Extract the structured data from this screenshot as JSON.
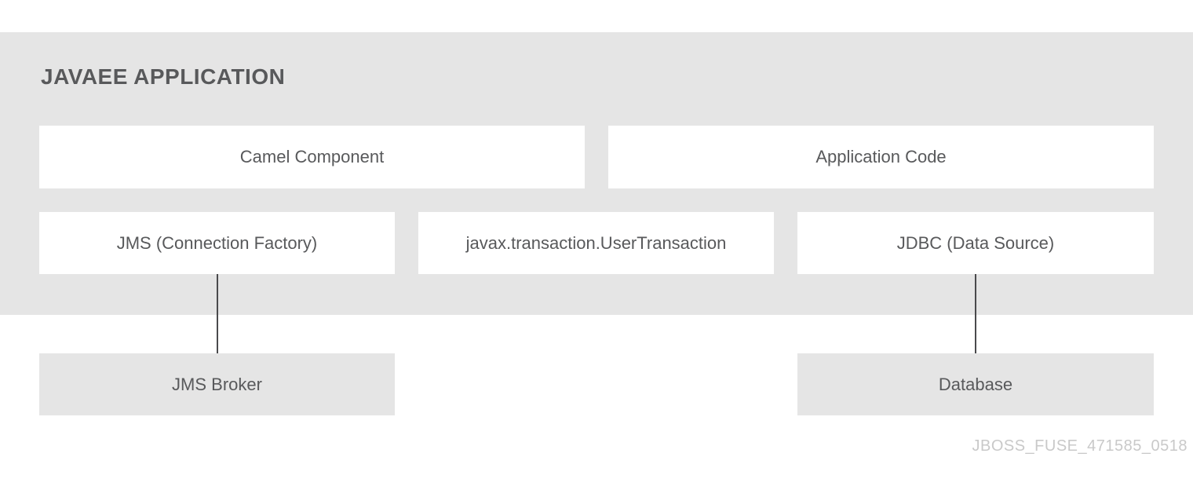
{
  "colors": {
    "page_background": "#ffffff",
    "panel_gray": "#e5e5e5",
    "box_white": "#ffffff",
    "box_gray": "#e5e5e5",
    "text_dark": "#58595b",
    "connector_line": "#4a4a4c",
    "watermark_gray": "#c9c9c9"
  },
  "diagram": {
    "panel": {
      "title": "JAVAEE APPLICATION"
    },
    "row1": [
      {
        "id": "camel-component",
        "label": "Camel Component"
      },
      {
        "id": "application-code",
        "label": "Application Code"
      }
    ],
    "row2": [
      {
        "id": "jms-connection-factory",
        "label": "JMS (Connection Factory)"
      },
      {
        "id": "user-transaction",
        "label": "javax.transaction.UserTransaction"
      },
      {
        "id": "jdbc-data-source",
        "label": "JDBC (Data Source)"
      }
    ],
    "external": [
      {
        "id": "jms-broker",
        "label": "JMS Broker"
      },
      {
        "id": "database",
        "label": "Database"
      }
    ],
    "connectors": [
      {
        "from": "jms-connection-factory",
        "to": "jms-broker"
      },
      {
        "from": "jdbc-data-source",
        "to": "database"
      }
    ],
    "watermark": "JBOSS_FUSE_471585_0518"
  }
}
